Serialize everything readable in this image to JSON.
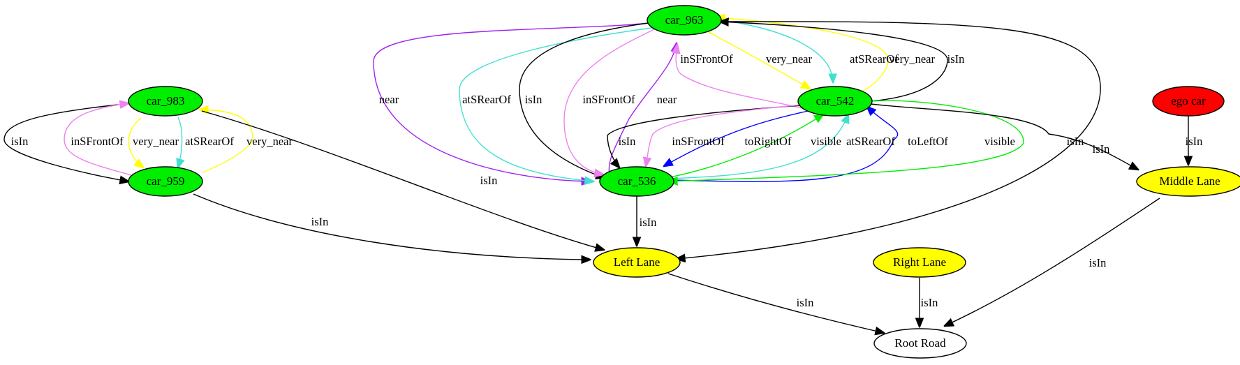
{
  "colors": {
    "car": "#00ee00",
    "ego": "#ff0000",
    "lane": "#ffff00",
    "road": "#ffffff",
    "black": "#000000",
    "purple": "#a020f0",
    "turquoise": "#40e0d0",
    "violet": "#ee82ee",
    "yellow": "#ffff00",
    "blue": "#0000ff",
    "green": "#00ee00"
  },
  "nodes": [
    {
      "id": "car_963",
      "label": "car_963",
      "fill": "car"
    },
    {
      "id": "car_983",
      "label": "car_983",
      "fill": "car"
    },
    {
      "id": "car_542",
      "label": "car_542",
      "fill": "car"
    },
    {
      "id": "ego_car",
      "label": "ego car",
      "fill": "ego"
    },
    {
      "id": "car_959",
      "label": "car_959",
      "fill": "car"
    },
    {
      "id": "car_536",
      "label": "car_536",
      "fill": "car"
    },
    {
      "id": "middle_lane",
      "label": "Middle Lane",
      "fill": "lane"
    },
    {
      "id": "left_lane",
      "label": "Left Lane",
      "fill": "lane"
    },
    {
      "id": "right_lane",
      "label": "Right Lane",
      "fill": "lane"
    },
    {
      "id": "root_road",
      "label": "Root Road",
      "fill": "road"
    }
  ],
  "edges": [
    {
      "label": "near",
      "color": "purple"
    },
    {
      "label": "atSRearOf",
      "color": "turquoise"
    },
    {
      "label": "isIn",
      "color": "black"
    },
    {
      "label": "inSFrontOf",
      "color": "violet"
    },
    {
      "label": "near",
      "color": "purple"
    },
    {
      "label": "inSFrontOf",
      "color": "violet"
    },
    {
      "label": "very_near",
      "color": "yellow"
    },
    {
      "label": "atSRearOf",
      "color": "turquoise"
    },
    {
      "label": "very_near",
      "color": "yellow"
    },
    {
      "label": "isIn",
      "color": "black"
    },
    {
      "label": "isIn",
      "color": "black"
    },
    {
      "label": "isIn",
      "color": "black"
    },
    {
      "label": "inSFrontOf",
      "color": "violet"
    },
    {
      "label": "very_near",
      "color": "yellow"
    },
    {
      "label": "atSRearOf",
      "color": "turquoise"
    },
    {
      "label": "very_near",
      "color": "yellow"
    },
    {
      "label": "isIn",
      "color": "black"
    },
    {
      "label": "isIn",
      "color": "black"
    },
    {
      "label": "isIn",
      "color": "black"
    },
    {
      "label": "inSFrontOf",
      "color": "violet"
    },
    {
      "label": "toRightOf",
      "color": "blue"
    },
    {
      "label": "visible",
      "color": "green"
    },
    {
      "label": "atSRearOf",
      "color": "turquoise"
    },
    {
      "label": "toLeftOf",
      "color": "blue"
    },
    {
      "label": "visible",
      "color": "green"
    },
    {
      "label": "isIn",
      "color": "black"
    },
    {
      "label": "isIn",
      "color": "black"
    },
    {
      "label": "isIn",
      "color": "black"
    },
    {
      "label": "isIn",
      "color": "black"
    },
    {
      "label": "isIn",
      "color": "black"
    },
    {
      "label": "isIn",
      "color": "black"
    }
  ]
}
